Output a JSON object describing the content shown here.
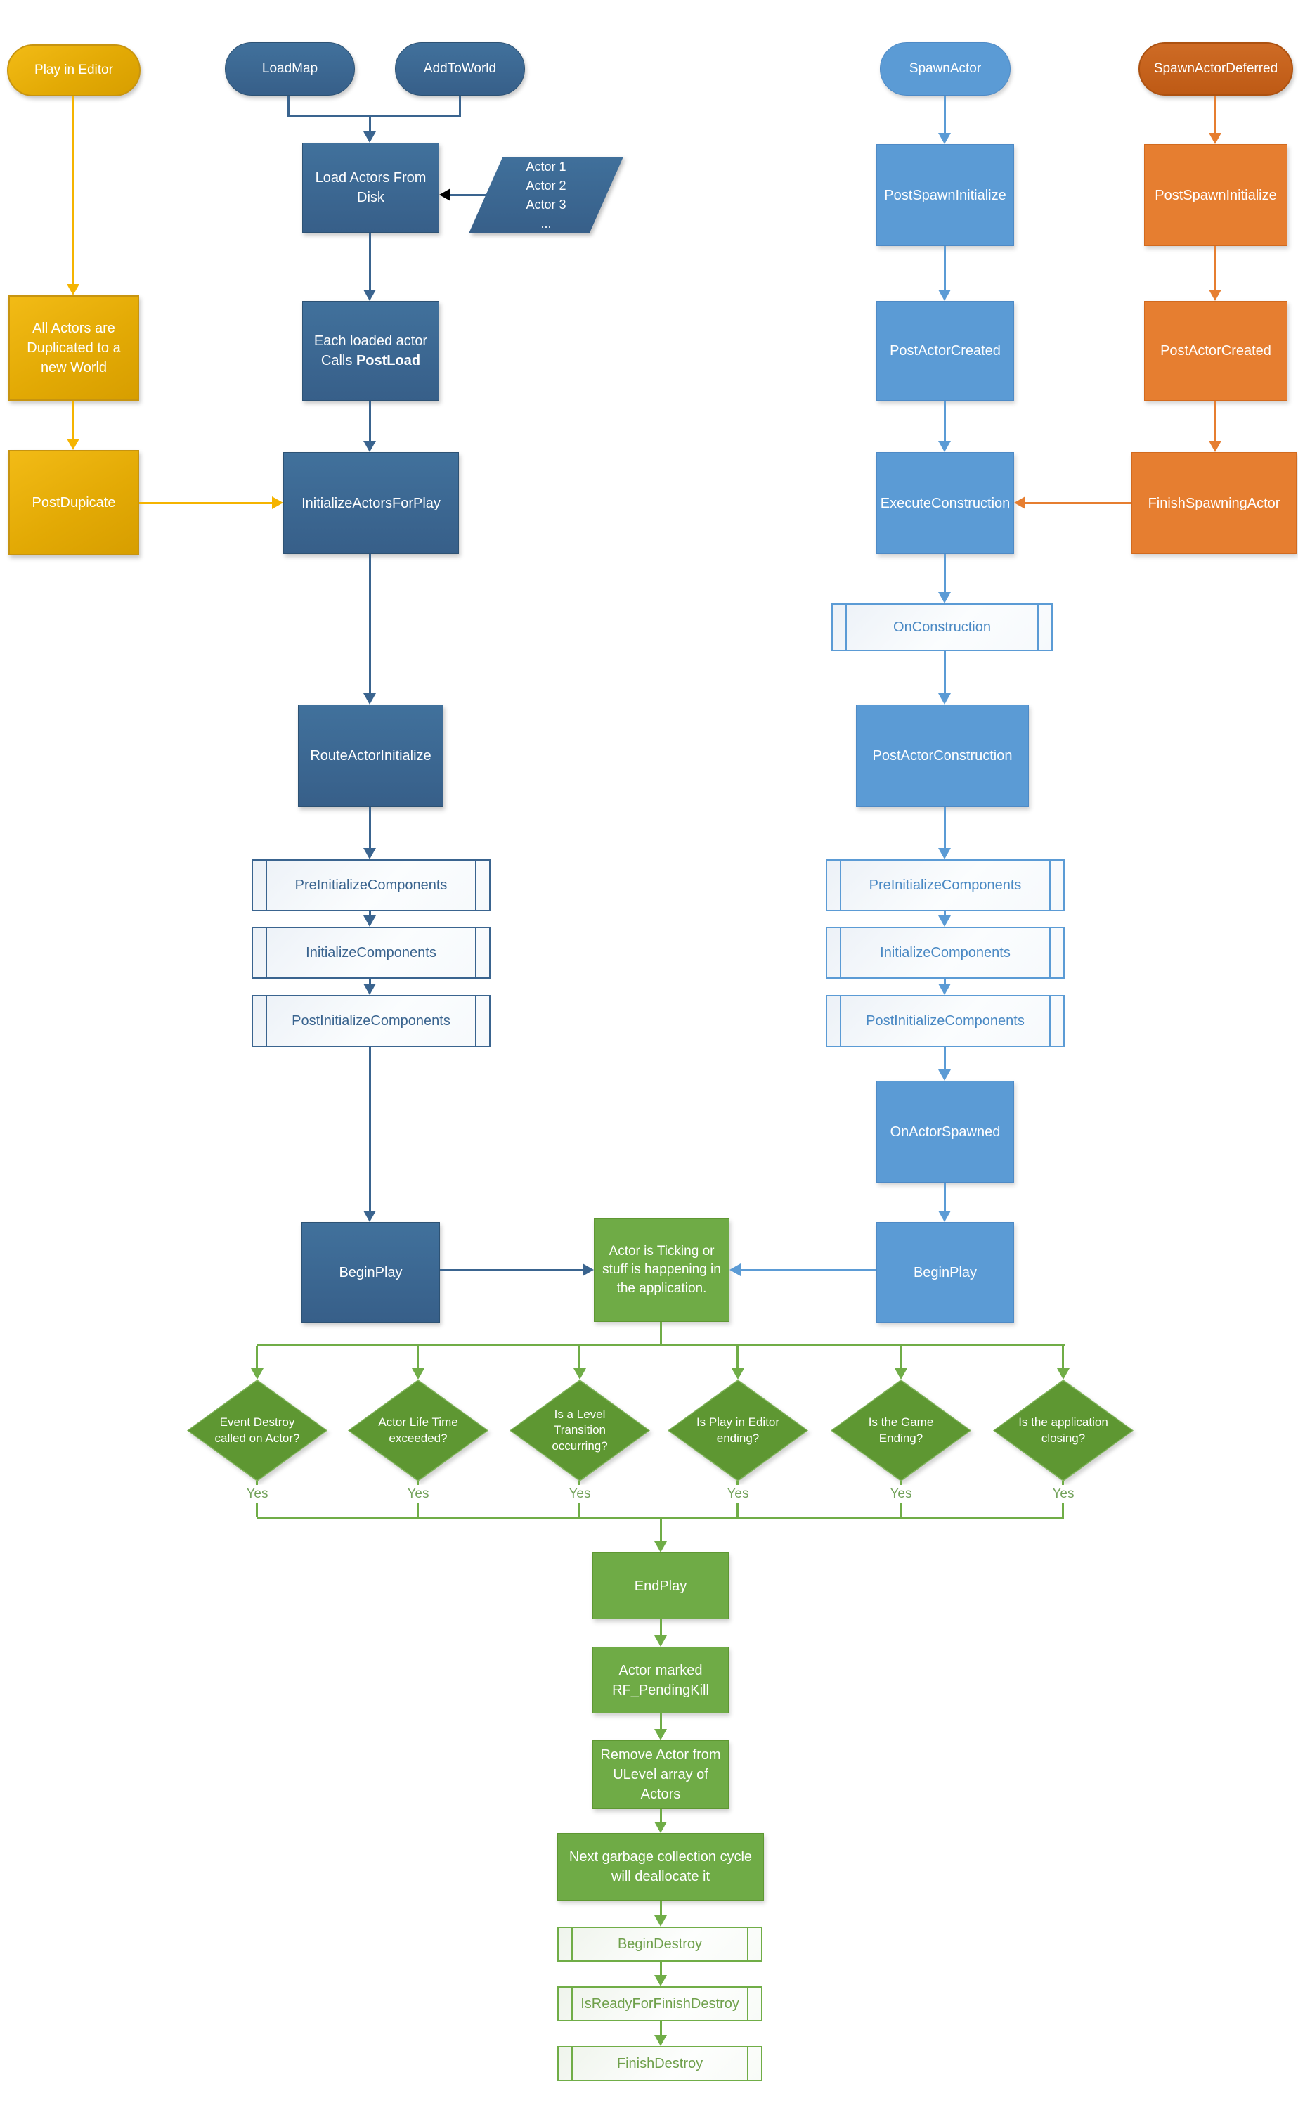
{
  "colors": {
    "yellow_fill": "#E3AA05",
    "yellow_line": "#F5B400",
    "dark_blue": "#3A648F",
    "light_blue": "#5B9BD5",
    "orange": "#E67E30",
    "orange_dark": "#BE5A15",
    "green_fill": "#6FAB46",
    "green_diamond": "#5E9732"
  },
  "editor_lane": {
    "start": "Play in Editor",
    "duplicate": "All Actors are Duplicated to a new World",
    "post_duplicate": "PostDupicate"
  },
  "load_lane": {
    "load_map": "LoadMap",
    "add_to_world": "AddToWorld",
    "load_actors": "Load Actors From Disk",
    "actor_list": [
      "Actor 1",
      "Actor 2",
      "Actor 3",
      "..."
    ],
    "post_load_line1": "Each loaded actor",
    "post_load_line2_prefix": "Calls ",
    "post_load_line2_bold": "PostLoad",
    "initialize_actors": "InitializeActorsForPlay",
    "route_actor_initialize": "RouteActorInitialize",
    "pre_initialize_components": "PreInitializeComponents",
    "initialize_components": "InitializeComponents",
    "post_initialize_components": "PostInitializeComponents",
    "begin_play": "BeginPlay"
  },
  "spawn_lane": {
    "spawn_actor": "SpawnActor",
    "post_spawn_initialize": "PostSpawnInitialize",
    "post_actor_created": "PostActorCreated",
    "execute_construction": "ExecuteConstruction",
    "on_construction": "OnConstruction",
    "post_actor_construction": "PostActorConstruction",
    "pre_initialize_components": "PreInitializeComponents",
    "initialize_components": "InitializeComponents",
    "post_initialize_components": "PostInitializeComponents",
    "on_actor_spawned": "OnActorSpawned",
    "begin_play": "BeginPlay"
  },
  "deferred_lane": {
    "spawn_actor_deferred": "SpawnActorDeferred",
    "post_spawn_initialize": "PostSpawnInitialize",
    "post_actor_created": "PostActorCreated",
    "finish_spawning_actor": "FinishSpawningActor"
  },
  "runtime": {
    "ticking": "Actor is Ticking or stuff is happening in the application.",
    "decisions": [
      "Event Destroy called on Actor?",
      "Actor Life Time exceeded?",
      "Is a Level Transition occurring?",
      "Is Play in Editor ending?",
      "Is the Game Ending?",
      "Is the application closing?"
    ],
    "yes_label": "Yes"
  },
  "destroy_lane": {
    "end_play": "EndPlay",
    "pending_kill": "Actor marked RF_PendingKill",
    "remove_actor": "Remove Actor from ULevel array of Actors",
    "garbage_collection": "Next garbage collection cycle will deallocate it",
    "begin_destroy": "BeginDestroy",
    "is_ready_for_finish_destroy": "IsReadyForFinishDestroy",
    "finish_destroy": "FinishDestroy"
  }
}
